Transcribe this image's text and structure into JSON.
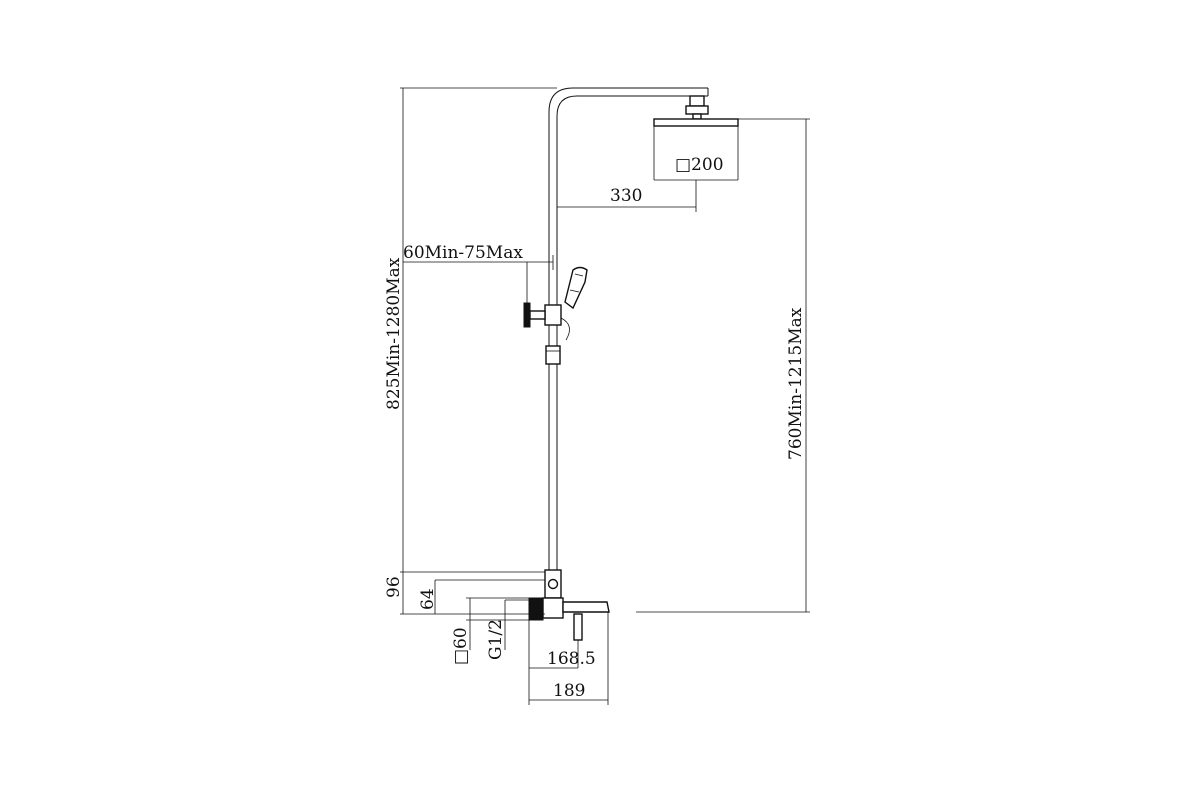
{
  "drawing": {
    "line_color": "#111111",
    "background": "#ffffff",
    "dimensions": {
      "total_height": "825Min-1280Max",
      "head_height": "760Min-1215Max",
      "head_size": "□200",
      "arm_length": "330",
      "holder_offset": "60Min-75Max",
      "d96": "96",
      "d64": "64",
      "escutcheon": "□60",
      "thread": "G1/2",
      "d168": "168.5",
      "d189": "189"
    }
  }
}
